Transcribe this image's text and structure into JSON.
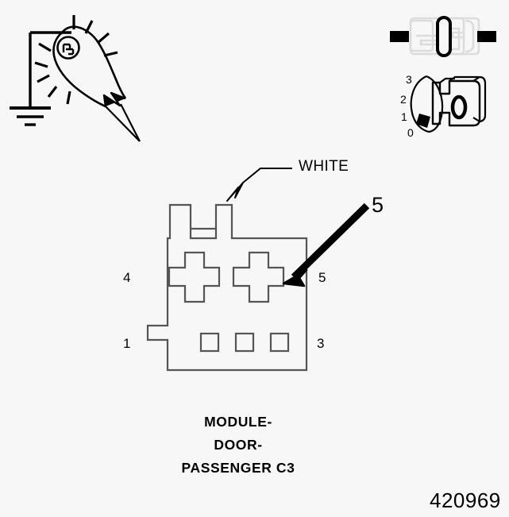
{
  "figure": {
    "number": "420969",
    "background_color": "#f7f7f7",
    "ink_color": "#000000",
    "outline_color": "#555555",
    "ghost_color": "#d8d8d8"
  },
  "connector": {
    "caption": [
      "MODULE-",
      "DOOR-",
      "PASSENGER C3"
    ],
    "pin_labels": {
      "top_left": "4",
      "bottom_left": "1",
      "top_right": "5",
      "bottom_right": "3"
    },
    "cavities": [
      {
        "name": "cavity-cross-left",
        "shape": "cross"
      },
      {
        "name": "cavity-cross-right",
        "shape": "cross"
      },
      {
        "name": "cavity-square-1",
        "shape": "square"
      },
      {
        "name": "cavity-square-2",
        "shape": "square"
      },
      {
        "name": "cavity-square-3",
        "shape": "square"
      }
    ]
  },
  "callouts": {
    "wire_color": "WHITE",
    "cavity_number": "5"
  },
  "test_light": {
    "icon": "test-light-probe-icon",
    "ground_icon": "ground-symbol-icon",
    "lamp_icon": "lamp-filament-icon"
  },
  "switch": {
    "icon": "ignition-key-switch-icon",
    "positions": [
      "3",
      "2",
      "1",
      "0"
    ],
    "selected_marker": "between-1-and-0"
  },
  "connector_illustration": {
    "icon": "connector-mating-halves-icon",
    "highlight": "cavity-highlight-oval"
  }
}
